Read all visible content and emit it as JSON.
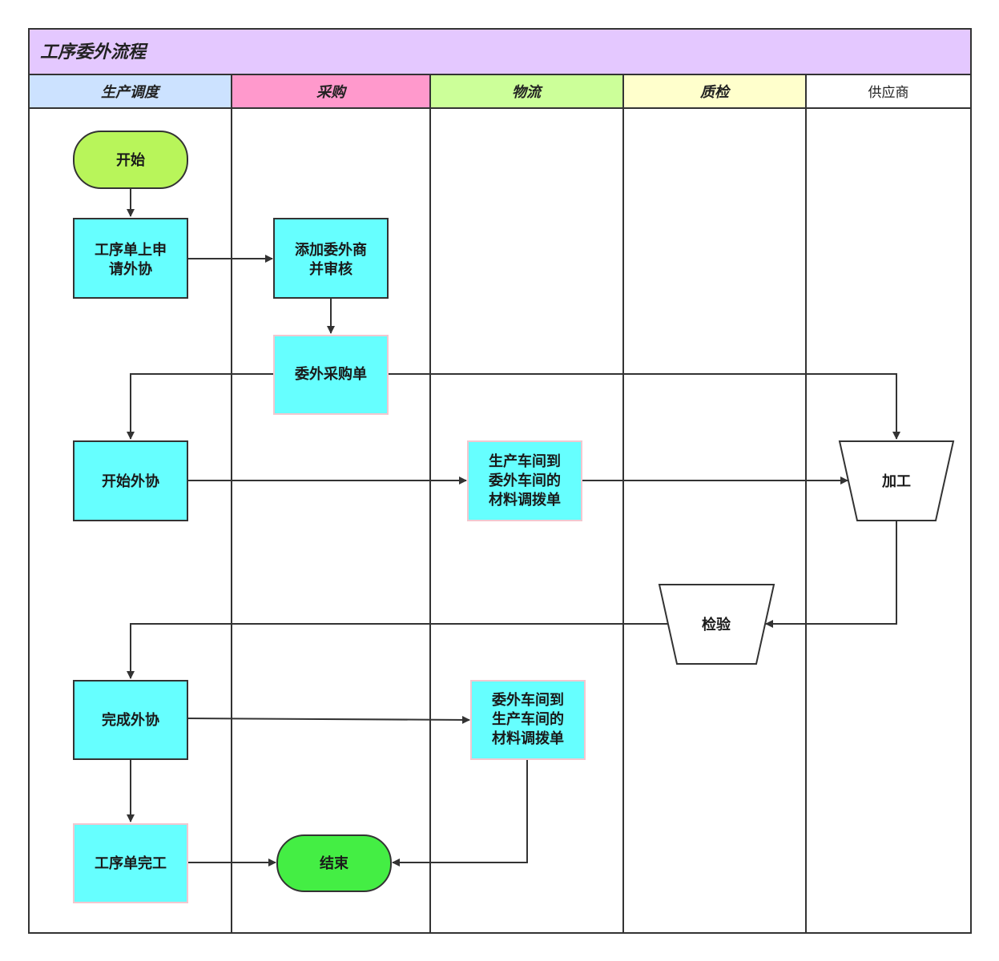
{
  "title": "工序委外流程",
  "colors": {
    "title_bg": "#e4c8ff",
    "lane_production": "#cce2ff",
    "lane_purchase": "#ff99cc",
    "lane_logistics": "#ccff99",
    "lane_quality": "#ffffcc",
    "lane_supplier": "#ffffff",
    "process_fill": "#66ffff",
    "start_fill": "#b8f55a",
    "end_fill": "#44ee44"
  },
  "lanes": [
    {
      "id": "production",
      "label": "生产调度"
    },
    {
      "id": "purchase",
      "label": "采购"
    },
    {
      "id": "logistics",
      "label": "物流"
    },
    {
      "id": "quality",
      "label": "质检"
    },
    {
      "id": "supplier",
      "label": "供应商"
    }
  ],
  "nodes": {
    "start": {
      "lines": [
        "开始"
      ]
    },
    "apply": {
      "lines": [
        "工序单上申",
        "请外协"
      ]
    },
    "add_vendor": {
      "lines": [
        "添加委外商",
        "并审核"
      ]
    },
    "purchase_order": {
      "lines": [
        "委外采购单"
      ]
    },
    "begin_outsource": {
      "lines": [
        "开始外协"
      ]
    },
    "transfer_out": {
      "lines": [
        "生产车间到",
        "委外车间的",
        "材料调拨单"
      ]
    },
    "process": {
      "lines": [
        "加工"
      ]
    },
    "inspect": {
      "lines": [
        "检验"
      ]
    },
    "finish_outsource": {
      "lines": [
        "完成外协"
      ]
    },
    "transfer_back": {
      "lines": [
        "委外车间到",
        "生产车间的",
        "材料调拨单"
      ]
    },
    "complete": {
      "lines": [
        "工序单完工"
      ]
    },
    "end": {
      "lines": [
        "结束"
      ]
    }
  }
}
